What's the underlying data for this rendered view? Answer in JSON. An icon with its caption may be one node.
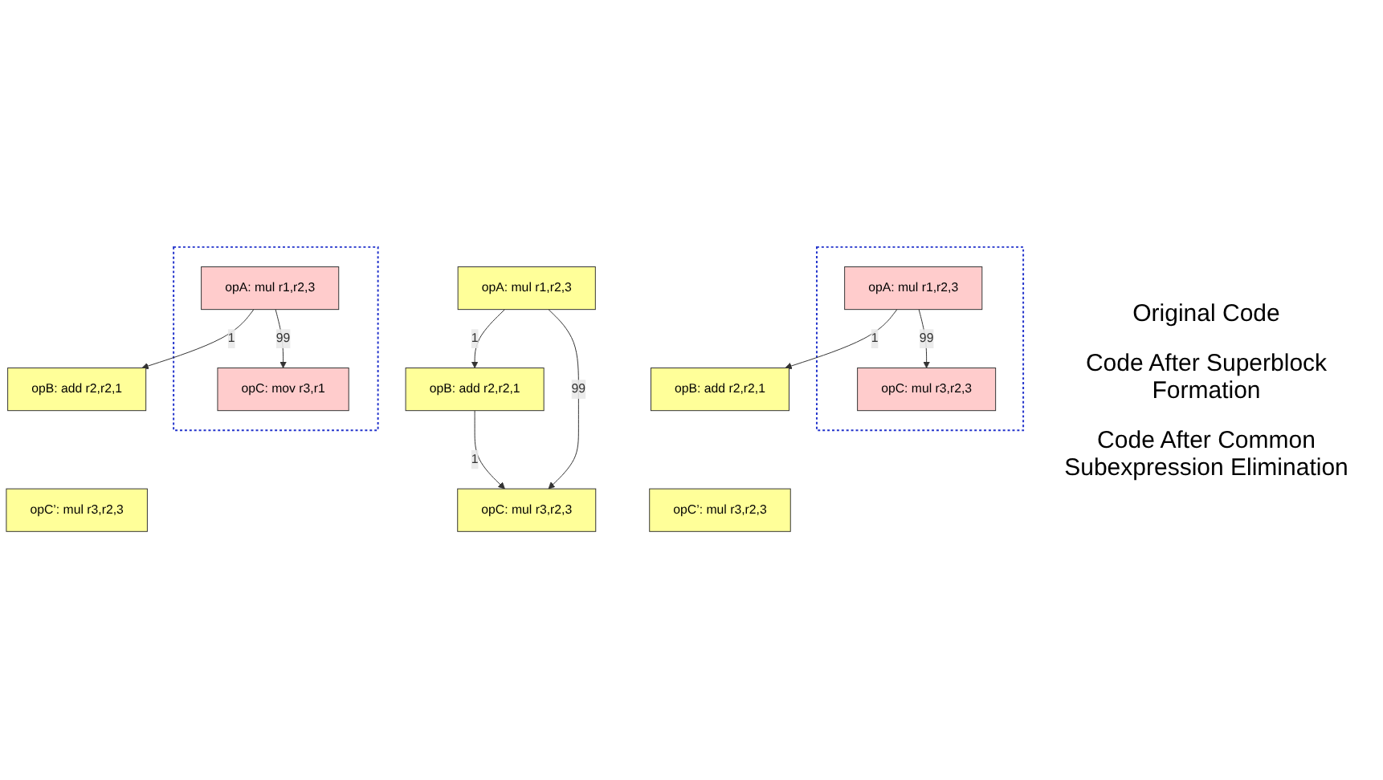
{
  "diagram": {
    "nodes": [
      {
        "text": [
          "opA: mul r1,r2,3"
        ]
      },
      {
        "text": [
          "opB: add r2,r2,1"
        ]
      },
      {
        "text": [
          "opC: mul r3,r2,3"
        ]
      },
      {
        "text": [],
        "shape": "box"
      },
      {
        "text": [
          "opA: mul r1,r2,3"
        ],
        "in": 3
      },
      {
        "text": [
          "opC: mul r3,r2,3"
        ],
        "in": 3
      },
      {
        "text": [
          "opB: add r2,r2,1"
        ]
      },
      {
        "text": [
          "opC’: mul r3,r2,3"
        ]
      },
      {
        "text": [],
        "shape": "box"
      },
      {
        "text": [
          "opA: mul r1,r2,3"
        ],
        "in": 8
      },
      {
        "text": [
          "opC: mov r3,r1"
        ],
        "in": 8
      },
      {
        "text": [
          "opB: add r2,r2,1"
        ]
      },
      {
        "text": [
          "opC’: mul r3,r2,3"
        ]
      }
    ],
    "edges": [
      {
        "from": 0,
        "to": 1,
        "arrow": "to",
        "label": "1"
      },
      {
        "from": 0,
        "to": 2,
        "arrow": "to",
        "label": "99"
      },
      {
        "from": 1,
        "to": 2,
        "arrow": "to",
        "label": "1"
      },
      {
        "from": 4,
        "to": 6,
        "arrow": "to",
        "label": "1"
      },
      {
        "from": 4,
        "to": 5,
        "arrow": "to",
        "label": "99"
      },
      {
        "from": 9,
        "to": 11,
        "arrow": "to",
        "label": "1"
      },
      {
        "from": 9,
        "to": 10,
        "arrow": "to",
        "label": "99"
      }
    ],
    "labels": [
      "Original Code",
      "Code After Superblock Formation",
      "Code After Common Subexpression Elimination"
    ]
  }
}
